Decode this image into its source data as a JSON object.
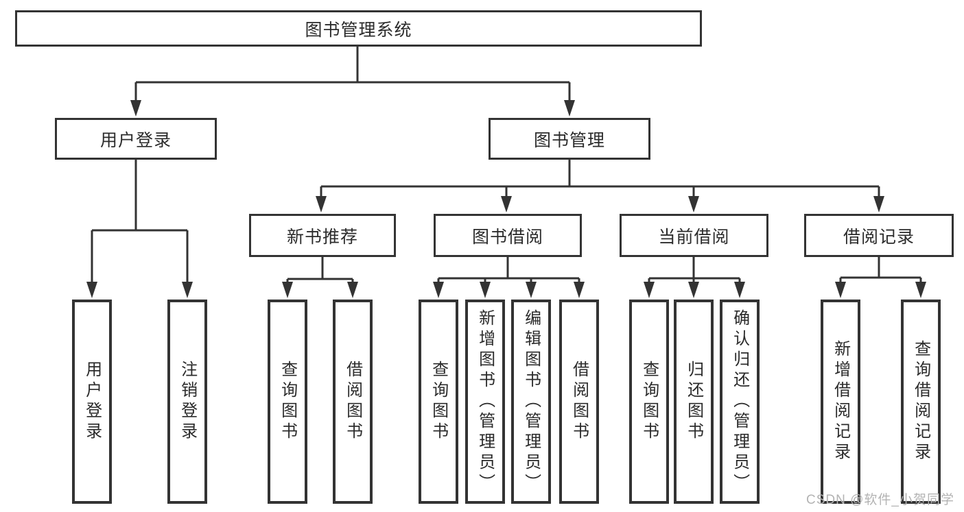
{
  "colors": {
    "line": "#333333",
    "text": "#2b2b2b",
    "watermark": "#b3b3b3",
    "background": "#ffffff"
  },
  "watermark": {
    "text": "CSDN @软件_小贺同学"
  },
  "tree": {
    "root": "图书管理系统",
    "children": [
      {
        "label": "用户登录",
        "children": [
          "用户登录",
          "注销登录"
        ]
      },
      {
        "label": "图书管理",
        "children": [
          {
            "label": "新书推荐",
            "children": [
              "查询图书",
              "借阅图书"
            ]
          },
          {
            "label": "图书借阅",
            "children": [
              "查询图书",
              "新增图书（管理员）",
              "编辑图书（管理员）",
              "借阅图书"
            ]
          },
          {
            "label": "当前借阅",
            "children": [
              "查询图书",
              "归还图书",
              "确认归还（管理员）"
            ]
          },
          {
            "label": "借阅记录",
            "children": [
              "新增借阅记录",
              "查询借阅记录"
            ]
          }
        ]
      }
    ]
  }
}
